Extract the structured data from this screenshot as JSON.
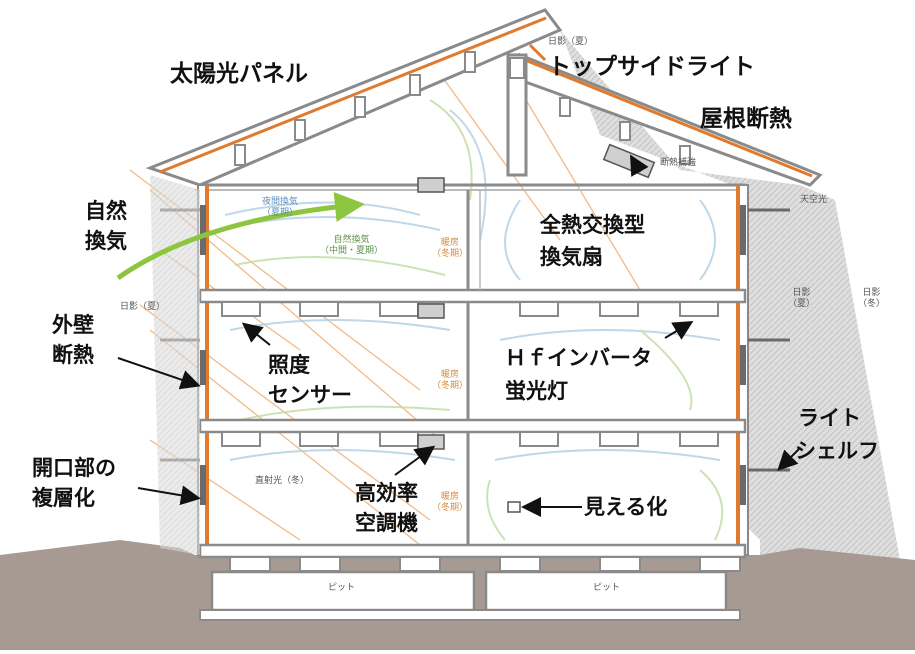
{
  "labels": {
    "solar_panel": "太陽光パネル",
    "top_side_light": "トップサイドライト",
    "roof_insulation": "屋根断熱",
    "natural_vent_1": "自然",
    "natural_vent_2": "換気",
    "total_heat_fan_1": "全熱交換型",
    "total_heat_fan_2": "換気扇",
    "outer_wall_1": "外壁",
    "outer_wall_2": "断熱",
    "illum_sensor_1": "照度",
    "illum_sensor_2": "センサー",
    "hf_inverter_1": "Ｈｆインバータ",
    "hf_inverter_2": "蛍光灯",
    "opening_1": "開口部の",
    "opening_2": "複層化",
    "hvac_1": "高効率",
    "hvac_2": "空調機",
    "visualize": "見える化",
    "light_shelf_1": "ライト",
    "light_shelf_2": "シェルフ"
  },
  "small_labels": {
    "sun_shadow_summer_top": "日影（夏）",
    "insulation_reinforce": "断熱補強",
    "sky_light": "天空光",
    "night_vent_1": "夜間換気",
    "night_vent_2": "（夏期）",
    "natural_vent_mid_1": "自然換気",
    "natural_vent_mid_2": "（中間・夏期）",
    "heating_1": "暖房",
    "heating_2": "（冬期）",
    "sun_shadow_summer_left": "日影（夏）",
    "sun_shadow_summer_right_1": "日影",
    "sun_shadow_summer_right_2": "（夏）",
    "sun_shadow_winter_1": "日影",
    "sun_shadow_winter_2": "（冬）",
    "direct_light_winter": "直射光（冬）",
    "pit_left": "ピット",
    "pit_right": "ピット"
  },
  "colors": {
    "roof_line": "#8a8a8a",
    "insulation": "#e07a2e",
    "floor_slab": "#b9b9b9",
    "ground": "#a69a93",
    "green_arrow": "#8cc63f",
    "sun_ray": "#f0a968",
    "air_flow_blue": "#a9cbe3",
    "air_flow_green": "#bcd99b",
    "facade_right": "#d3d3d3",
    "device": "#cfcfcf"
  }
}
